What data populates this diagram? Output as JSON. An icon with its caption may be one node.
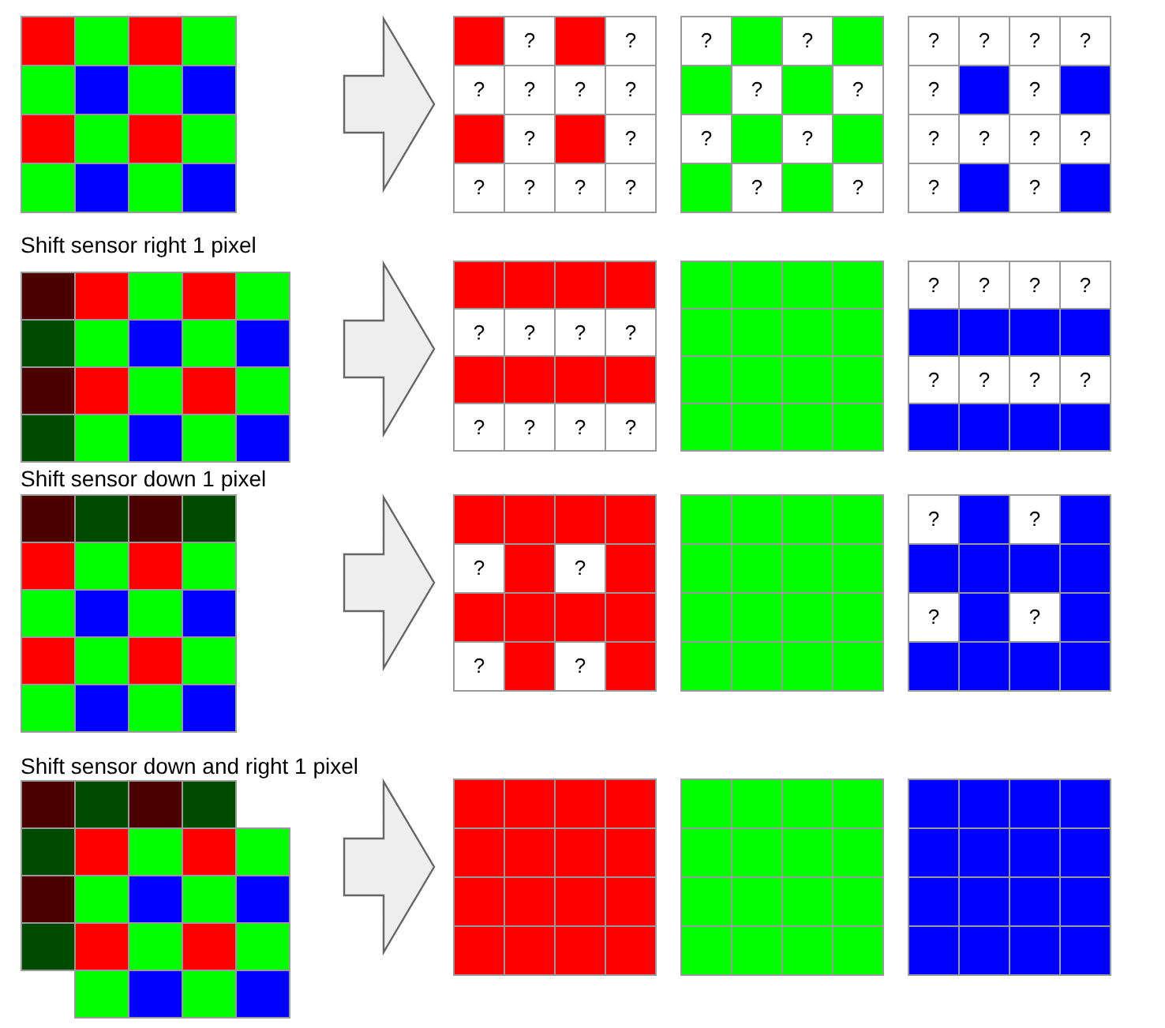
{
  "diagram": {
    "nodes": [
      {
        "text": [],
        "shape": "grid"
      },
      {
        "text": [
          "?",
          "?",
          "?",
          "?",
          "?",
          "?",
          "?",
          "?",
          "?",
          "?",
          "?",
          "?"
        ]
      },
      {
        "text": [
          "?",
          "?",
          "?",
          "?",
          "?",
          "?",
          "?",
          "?"
        ]
      },
      {
        "text": [
          "?",
          "?",
          "?",
          "?",
          "?",
          "?",
          "?",
          "?",
          "?",
          "?",
          "?",
          "?"
        ]
      },
      {
        "text": [],
        "shape": "grid",
        "beside": [
          "Shift sensor right 1 pixel"
        ]
      },
      {
        "text": [
          "?",
          "?",
          "?",
          "?",
          "?",
          "?",
          "?",
          "?"
        ]
      },
      {
        "text": [],
        "shape": "grid"
      },
      {
        "text": [
          "?",
          "?",
          "?",
          "?",
          "?",
          "?",
          "?",
          "?"
        ]
      },
      {
        "text": [],
        "shape": "grid",
        "beside": [
          "Shift sensor down 1 pixel"
        ]
      },
      {
        "text": [
          "?",
          "?",
          "?",
          "?"
        ]
      },
      {
        "text": [],
        "shape": "grid"
      },
      {
        "text": [
          "?",
          "?",
          "?",
          "?"
        ]
      },
      {
        "text": [],
        "shape": "grid",
        "beside": [
          "Shift sensor down and right 1 pixel"
        ]
      },
      {
        "text": [],
        "shape": "grid"
      },
      {
        "text": [],
        "shape": "grid"
      },
      {
        "text": [],
        "shape": "grid"
      }
    ],
    "edges": [
      {
        "from": 0,
        "to": 1,
        "arrow": "to"
      },
      {
        "from": 4,
        "to": 5,
        "arrow": "to"
      },
      {
        "from": 8,
        "to": 9,
        "arrow": "to"
      },
      {
        "from": 12,
        "to": 13,
        "arrow": "to"
      }
    ]
  }
}
